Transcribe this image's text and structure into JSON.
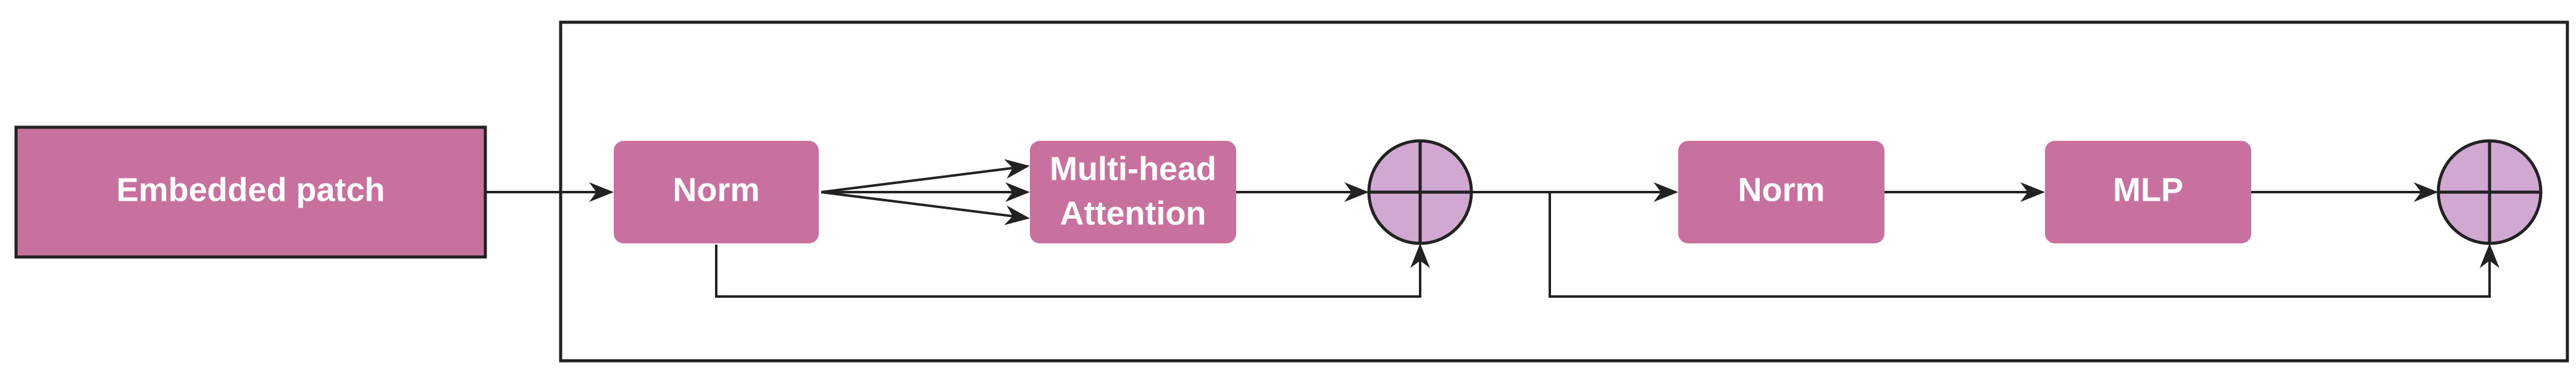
{
  "diagram": {
    "colors": {
      "box_fill": "#C9719E",
      "adder_fill": "#D0A8D2",
      "stroke": "#222222",
      "label_text": "#FFFFFF"
    },
    "nodes": {
      "embedded_patch": {
        "label": "Embedded patch"
      },
      "norm_1": {
        "label": "Norm"
      },
      "attention": {
        "label_line1": "Multi-head",
        "label_line2": "Attention"
      },
      "adder_1": {
        "symbol": "plus-circle"
      },
      "norm_2": {
        "label": "Norm"
      },
      "mlp": {
        "label": "MLP"
      },
      "adder_2": {
        "symbol": "plus-circle"
      }
    }
  }
}
